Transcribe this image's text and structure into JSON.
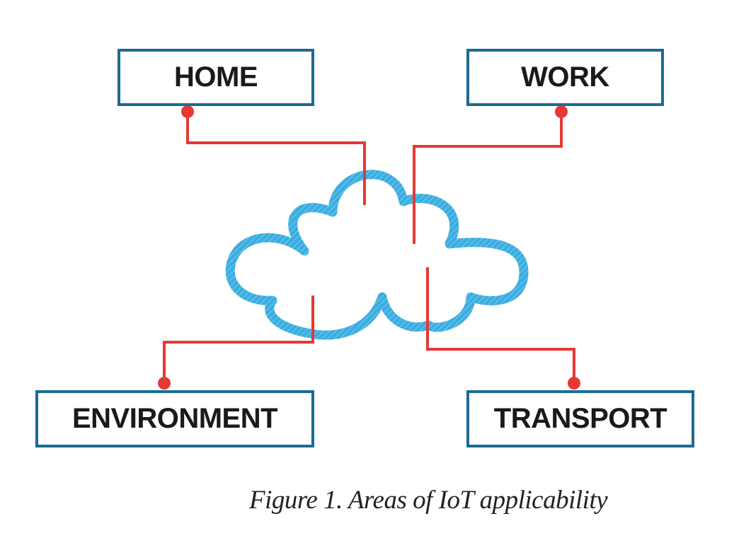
{
  "boxes": {
    "home": "HOME",
    "work": "WORK",
    "environment": "ENVIRONMENT",
    "transport": "TRANSPORT"
  },
  "caption": "Figure 1. Areas of IoT applicability",
  "icons": {
    "cloud": "cloud-icon"
  },
  "colors": {
    "box_border": "#1b6b93",
    "connector": "#e53935",
    "cloud": "#3aaee0",
    "text": "#1a1a1a"
  }
}
